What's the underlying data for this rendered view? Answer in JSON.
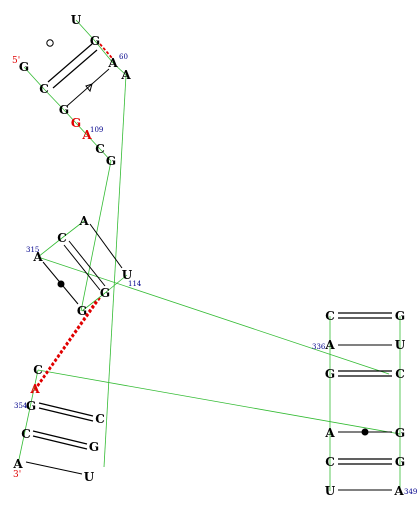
{
  "colors": {
    "backbone": "#33bb33",
    "base_pair": "#000000",
    "tertiary": "#e00000",
    "nucleotide": "#000000",
    "highlight_nt": "#e00000",
    "position_number": "#00008b",
    "strand_end": "#e00000"
  },
  "nucleotides": [
    {
      "id": "n1",
      "base": "U"
    },
    {
      "id": "n2",
      "base": "G"
    },
    {
      "id": "n3",
      "base": "G"
    },
    {
      "id": "n4",
      "base": "A"
    },
    {
      "id": "n5",
      "base": "A"
    },
    {
      "id": "n6",
      "base": "C"
    },
    {
      "id": "n7",
      "base": "G"
    },
    {
      "id": "n8",
      "base": "G",
      "highlight": true
    },
    {
      "id": "n9",
      "base": "A",
      "highlight": true
    },
    {
      "id": "n10",
      "base": "C"
    },
    {
      "id": "n11",
      "base": "G"
    },
    {
      "id": "n12",
      "base": "A"
    },
    {
      "id": "n13",
      "base": "C"
    },
    {
      "id": "n14",
      "base": "A"
    },
    {
      "id": "n15",
      "base": "U"
    },
    {
      "id": "n16",
      "base": "G"
    },
    {
      "id": "n17",
      "base": "G"
    },
    {
      "id": "n18",
      "base": "C"
    },
    {
      "id": "n19",
      "base": "A",
      "highlight": true
    },
    {
      "id": "n20",
      "base": "G"
    },
    {
      "id": "n21",
      "base": "C"
    },
    {
      "id": "n22",
      "base": "C"
    },
    {
      "id": "n23",
      "base": "G"
    },
    {
      "id": "n24",
      "base": "A"
    },
    {
      "id": "n25",
      "base": "U"
    },
    {
      "id": "n26",
      "base": "C"
    },
    {
      "id": "n27",
      "base": "G"
    },
    {
      "id": "n28",
      "base": "A"
    },
    {
      "id": "n29",
      "base": "U"
    },
    {
      "id": "n30",
      "base": "G"
    },
    {
      "id": "n31",
      "base": "C"
    },
    {
      "id": "n32",
      "base": "A"
    },
    {
      "id": "n33",
      "base": "G"
    },
    {
      "id": "n34",
      "base": "C"
    },
    {
      "id": "n35",
      "base": "G"
    },
    {
      "id": "n36",
      "base": "U"
    },
    {
      "id": "n37",
      "base": "A"
    }
  ],
  "position_numbers": [
    {
      "id": "p60",
      "text": "60"
    },
    {
      "id": "p109",
      "text": "109"
    },
    {
      "id": "p315",
      "text": "315"
    },
    {
      "id": "p114",
      "text": "114"
    },
    {
      "id": "p336",
      "text": "336"
    },
    {
      "id": "p354",
      "text": "354"
    },
    {
      "id": "p349",
      "text": "349"
    }
  ],
  "strand_ends": [
    {
      "id": "e5",
      "text": "5'"
    },
    {
      "id": "e3",
      "text": "3'"
    }
  ]
}
